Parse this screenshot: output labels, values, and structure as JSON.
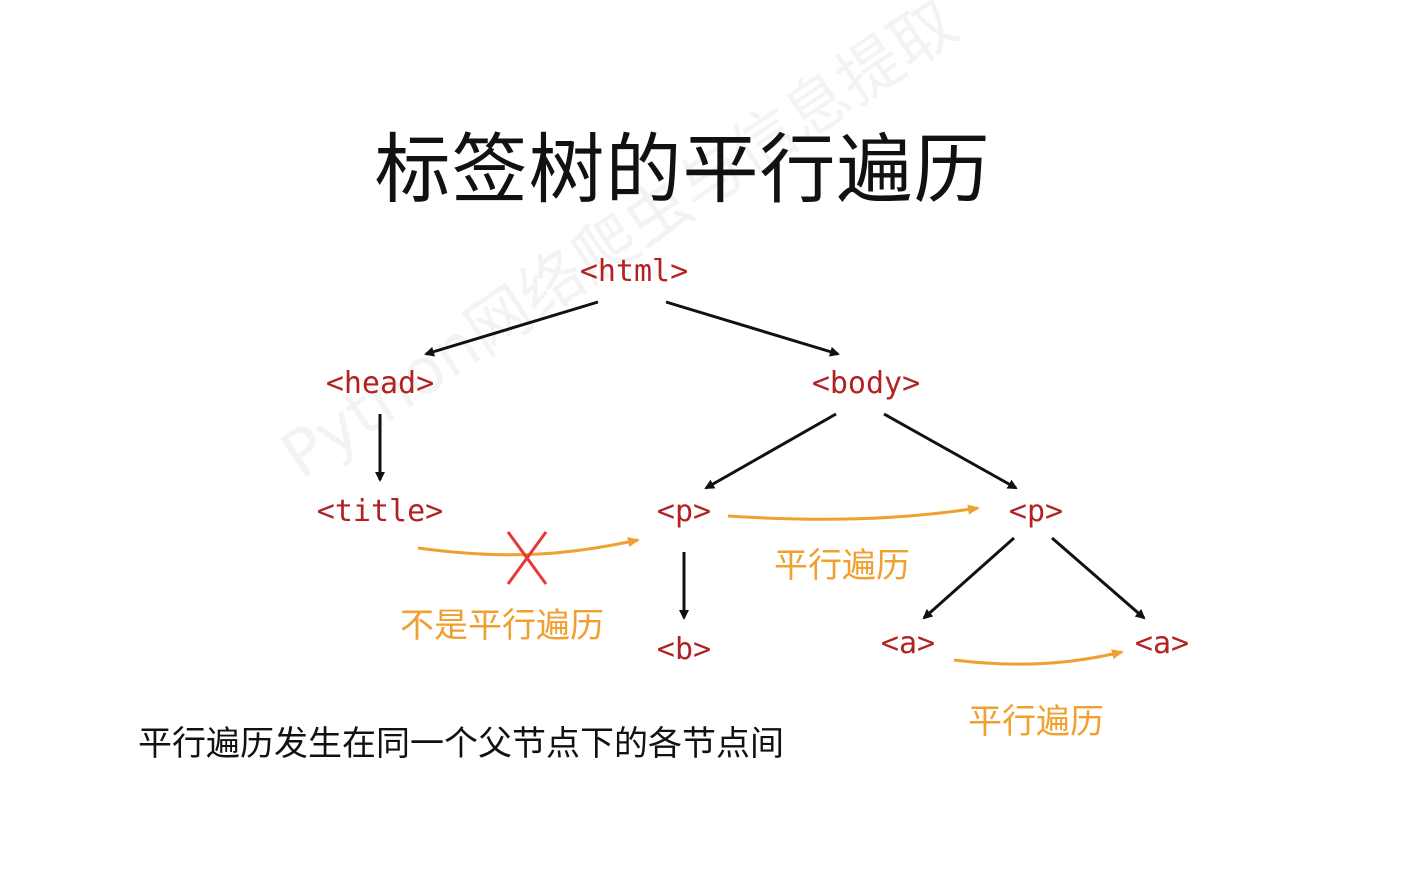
{
  "title": "标签树的平行遍历",
  "watermark": "Python网络爬虫与信息提取",
  "tags": {
    "html": "<html>",
    "head": "<head>",
    "body": "<body>",
    "title": "<title>",
    "p1": "<p>",
    "p2": "<p>",
    "b": "<b>",
    "a1": "<a>",
    "a2": "<a>"
  },
  "labels": {
    "not_parallel": "不是平行遍历",
    "parallel_p": "平行遍历",
    "parallel_a": "平行遍历"
  },
  "caption": "平行遍历发生在同一个父节点下的各节点间",
  "colors": {
    "tag": "#b22222",
    "arrow": "#111111",
    "traversal": "#f0a030",
    "cross": "#e53935"
  }
}
